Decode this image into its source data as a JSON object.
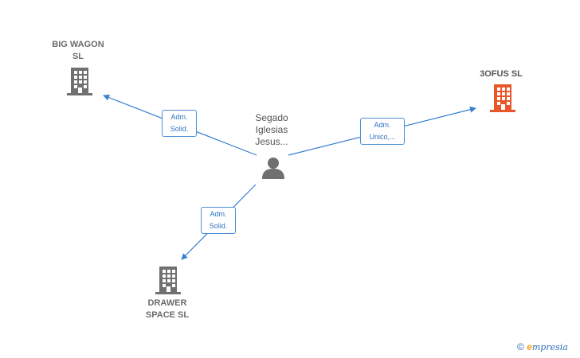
{
  "nodes": {
    "big_wagon": {
      "label": "BIG WAGON\nSL",
      "color": "#707070"
    },
    "tofus": {
      "label": "3OFUS  SL",
      "color": "#e8572a"
    },
    "drawer_space": {
      "label": "DRAWER\nSPACE  SL",
      "color": "#707070"
    },
    "person": {
      "label": "Segado\nIglesias\nJesus...",
      "color": "#707070"
    }
  },
  "edges": {
    "to_big_wagon": "Adm.\nSolid.",
    "to_tofus": "Adm.\nUnico,...",
    "to_drawer_space": "Adm.\nSolid."
  },
  "edge_color": "#3a7fd4",
  "footer": {
    "copyright": "©",
    "brand_initial": "e",
    "brand_rest": "mpresia"
  }
}
